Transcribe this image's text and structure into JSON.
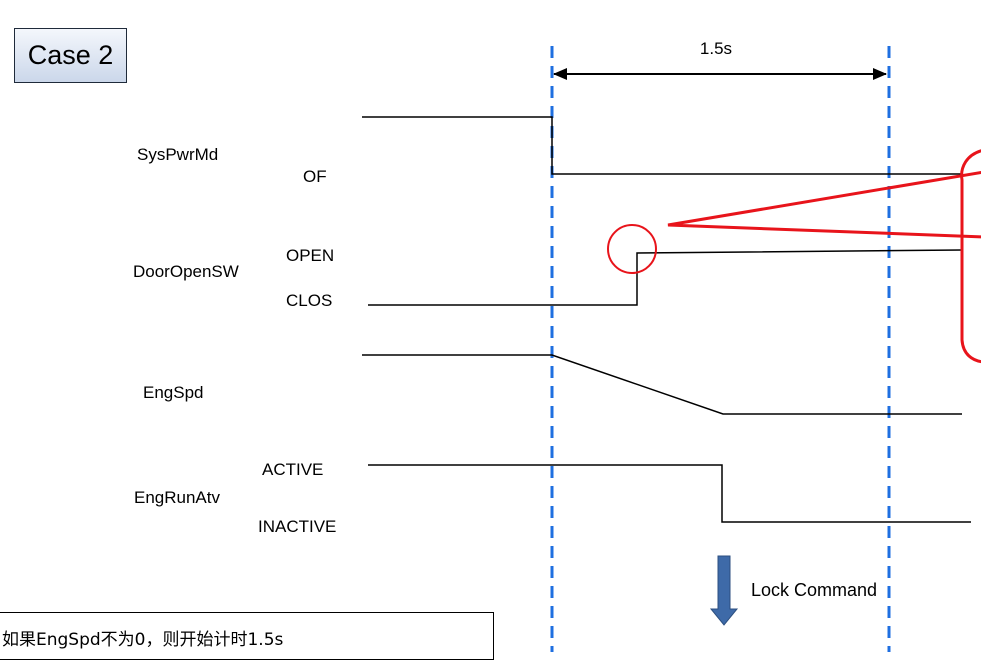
{
  "case_label": "Case 2",
  "duration_label": "1.5s",
  "signals": {
    "sys_pwr_md": {
      "name": "SysPwrMd",
      "state_low": "OF"
    },
    "door_open_sw": {
      "name": "DoorOpenSW",
      "state_high": "OPEN",
      "state_low": "CLOS"
    },
    "eng_spd": {
      "name": "EngSpd"
    },
    "eng_run_atv": {
      "name": "EngRunAtv",
      "state_high": "ACTIVE",
      "state_low": "INACTIVE"
    }
  },
  "lock_command_label": "Lock Command",
  "note": "如果EngSpd不为0，则开始计时1.5s",
  "colors": {
    "marker_line": "#1f6fe0",
    "highlight": "#e8141b",
    "arrow": "#3e6aa8",
    "signal_line": "#000000"
  }
}
